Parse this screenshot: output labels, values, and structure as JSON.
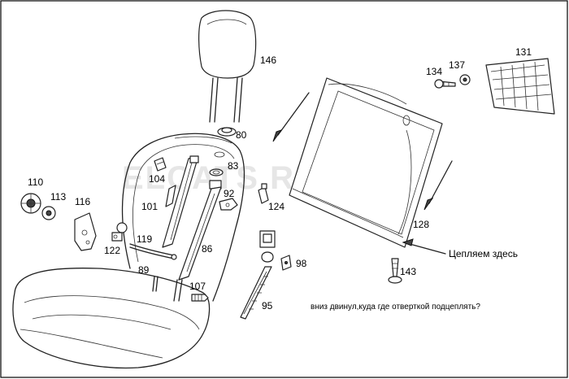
{
  "watermark": "ELCATS.RU",
  "callouts": {
    "c146": "146",
    "c80": "80",
    "c83": "83",
    "c92": "92",
    "c104": "104",
    "c101": "101",
    "c110": "110",
    "c113": "113",
    "c116": "116",
    "c122": "122",
    "c119": "119",
    "c89": "89",
    "c86": "86",
    "c107": "107",
    "c124": "124",
    "c98": "98",
    "c95": "95",
    "c128": "128",
    "c143": "143",
    "c134": "134",
    "c137": "137",
    "c131": "131"
  },
  "annotations": {
    "hook_here": "Цепляем здесь",
    "question": "вниз двинул,куда где отверткой подцеплять?"
  }
}
